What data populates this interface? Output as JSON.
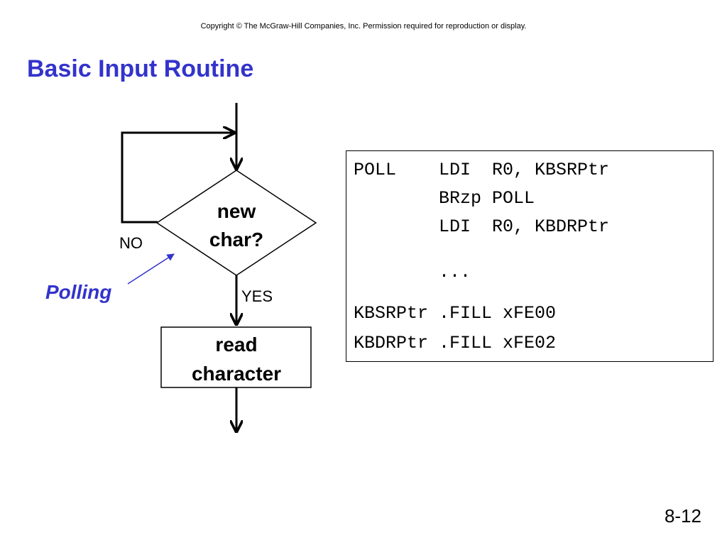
{
  "slide": {
    "copyright": "Copyright © The McGraw-Hill Companies, Inc.  Permission required for reproduction or display.",
    "title": "Basic Input Routine",
    "slide_number": "8-12"
  },
  "flowchart": {
    "decision_line1": "new",
    "decision_line2": "char?",
    "no_label": "NO",
    "yes_label": "YES",
    "process_line1": "read",
    "process_line2": "character",
    "annotation": "Polling",
    "annotation_color": "#3333cc"
  },
  "code": {
    "lines": [
      "POLL    LDI  R0, KBSRPtr",
      "        BRzp POLL",
      "        LDI  R0, KBDRPtr",
      "        ...",
      "KBSRPtr .FILL xFE00",
      "KBDRPtr .FILL xFE02"
    ]
  }
}
